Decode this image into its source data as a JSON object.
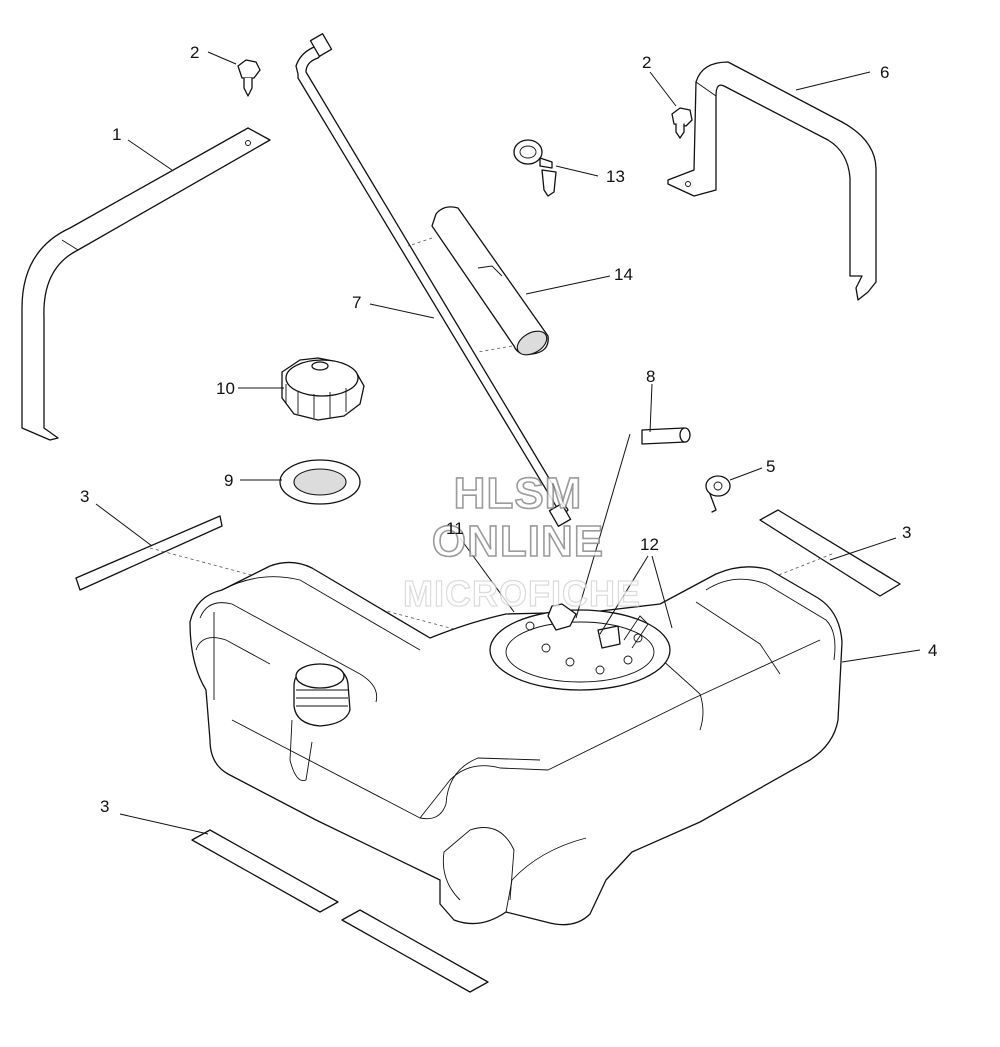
{
  "callouts": {
    "c1": "1",
    "c2a": "2",
    "c2b": "2",
    "c3a": "3",
    "c3b": "3",
    "c3c": "3",
    "c4": "4",
    "c5": "5",
    "c6": "6",
    "c7": "7",
    "c8": "8",
    "c9": "9",
    "c10": "10",
    "c11": "11",
    "c12": "12",
    "c13": "13",
    "c14": "14"
  },
  "watermark": {
    "line1": "HLSM",
    "line2": "ONLINE",
    "line3": "MICROFICHE"
  }
}
